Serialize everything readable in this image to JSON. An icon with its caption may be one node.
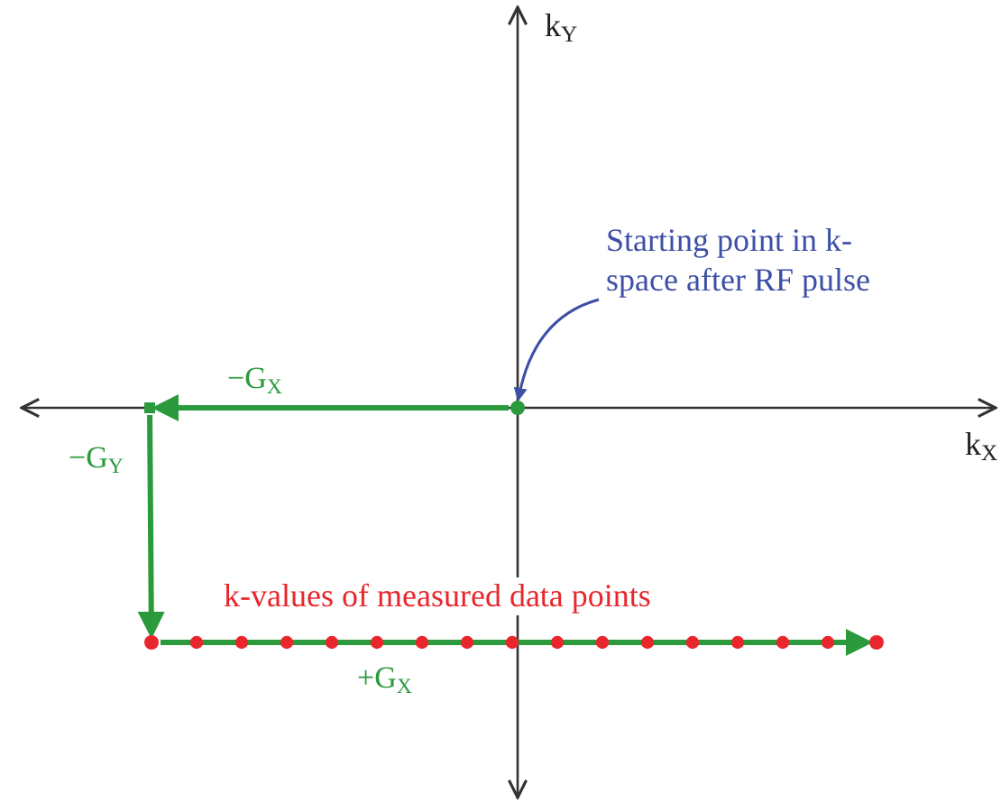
{
  "diagram": {
    "nodes": [
      {
        "text": [
          "Starting point in k-space after RF pulse"
        ]
      },
      {
        "text": [],
        "shape": "circle"
      },
      {
        "text": [],
        "shape": "point"
      },
      {
        "text": [],
        "shape": "circle"
      },
      {
        "text": [],
        "shape": "circle"
      }
    ],
    "edges": [
      {
        "from": 0,
        "to": 1,
        "arrow": "to",
        "color": "#3d4fa6"
      },
      {
        "from": 1,
        "to": 2,
        "arrow": "to",
        "label": "−G$_{X}$"
      },
      {
        "from": 2,
        "to": 3,
        "arrow": "to",
        "label": "−G$_{Y}$"
      },
      {
        "from": 3,
        "to": 4,
        "arrow": "to",
        "label": "+G$_{X}$"
      }
    ],
    "labels": [
      "k$_{Y}$",
      "k$_{X}$",
      "k-values of measured data points"
    ]
  }
}
